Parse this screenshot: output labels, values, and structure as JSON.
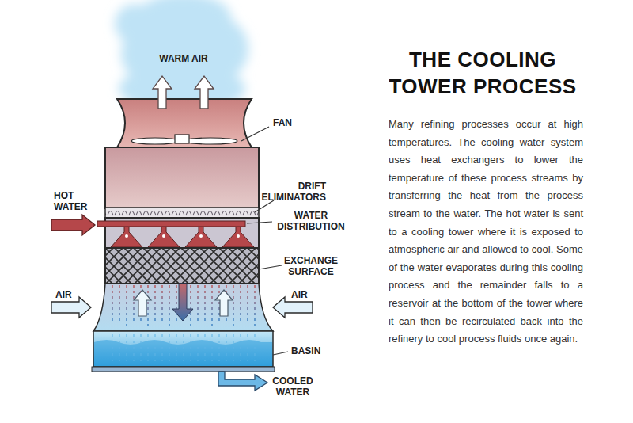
{
  "diagram": {
    "title": "THE COOLING TOWER PROCESS",
    "labels": [
      "WARM AIR",
      "FAN",
      "DRIFT ELIMINATORS",
      "HOT WATER",
      "WATER DISTRIBUTION",
      "EXCHANGE SURFACE",
      "AIR",
      "AIR",
      "BASIN",
      "COOLED WATER",
      "Many refining processes occur at high temperatures. The cooling water system uses heat exchangers to lower the temperature of these process streams by transferring the heat from the process stream to the water. The hot water is sent to a cooling tower where it is exposed to atmospheric air and allowed to cool. Some of the water evaporates during this cooling process and the remainder falls to a reservoir at the bottom of the tower where it can then be recirculated back into the refinery to cool process fluids once again."
    ]
  }
}
